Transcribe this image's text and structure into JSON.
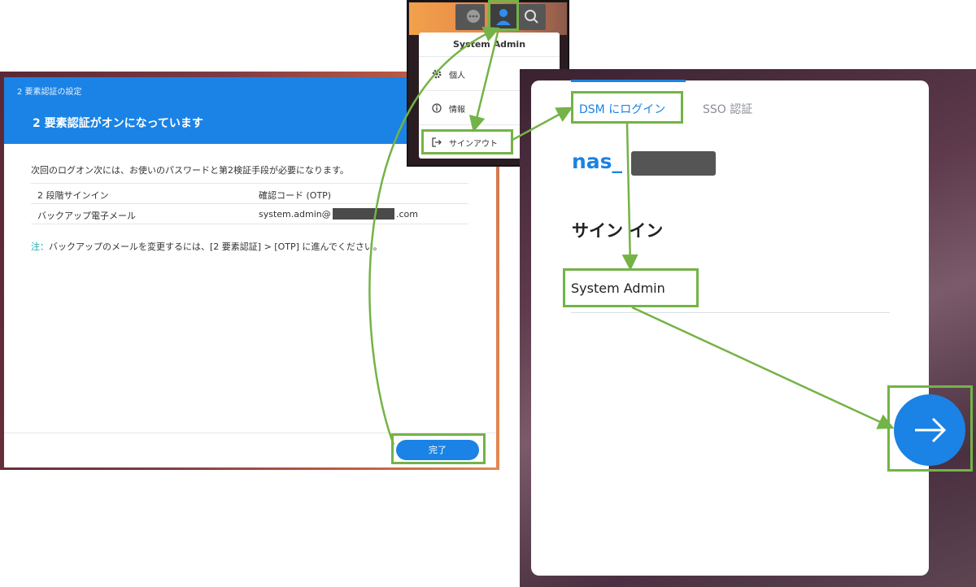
{
  "dialog": {
    "caption": "2 要素認証の設定",
    "title": "2 要素認証がオンになっています",
    "description": "次回のログオン次には、お使いのパスワードと第2検証手段が必要になります。",
    "rows": [
      {
        "label": "2 段階サインイン",
        "value": "確認コード (OTP)"
      },
      {
        "label": "バックアップ電子メール",
        "value_prefix": "system.admin@",
        "value_suffix": ".com"
      }
    ],
    "note_label": "注：",
    "note_text": "バックアップのメールを変更するには、[2 要素認証] > [OTP] に進んでください。",
    "done_button": "完了"
  },
  "user_menu": {
    "user_name": "System Admin",
    "items": [
      {
        "label": "個人",
        "icon": "gear-icon"
      },
      {
        "label": "情報",
        "icon": "info-icon"
      },
      {
        "label": "サインアウト",
        "icon": "sign-out-icon"
      }
    ],
    "toolbar_icons": [
      "chat-icon",
      "user-icon",
      "search-icon"
    ]
  },
  "login": {
    "tabs": [
      {
        "label": "DSM にログイン",
        "active": true
      },
      {
        "label": "SSO 認証",
        "active": false
      }
    ],
    "hostname_prefix": "nas_",
    "heading": "サイン イン",
    "username": "System Admin",
    "next_icon": "arrow-right-icon"
  },
  "colors": {
    "accent": "#1a83e5",
    "annotation": "#74b347"
  }
}
